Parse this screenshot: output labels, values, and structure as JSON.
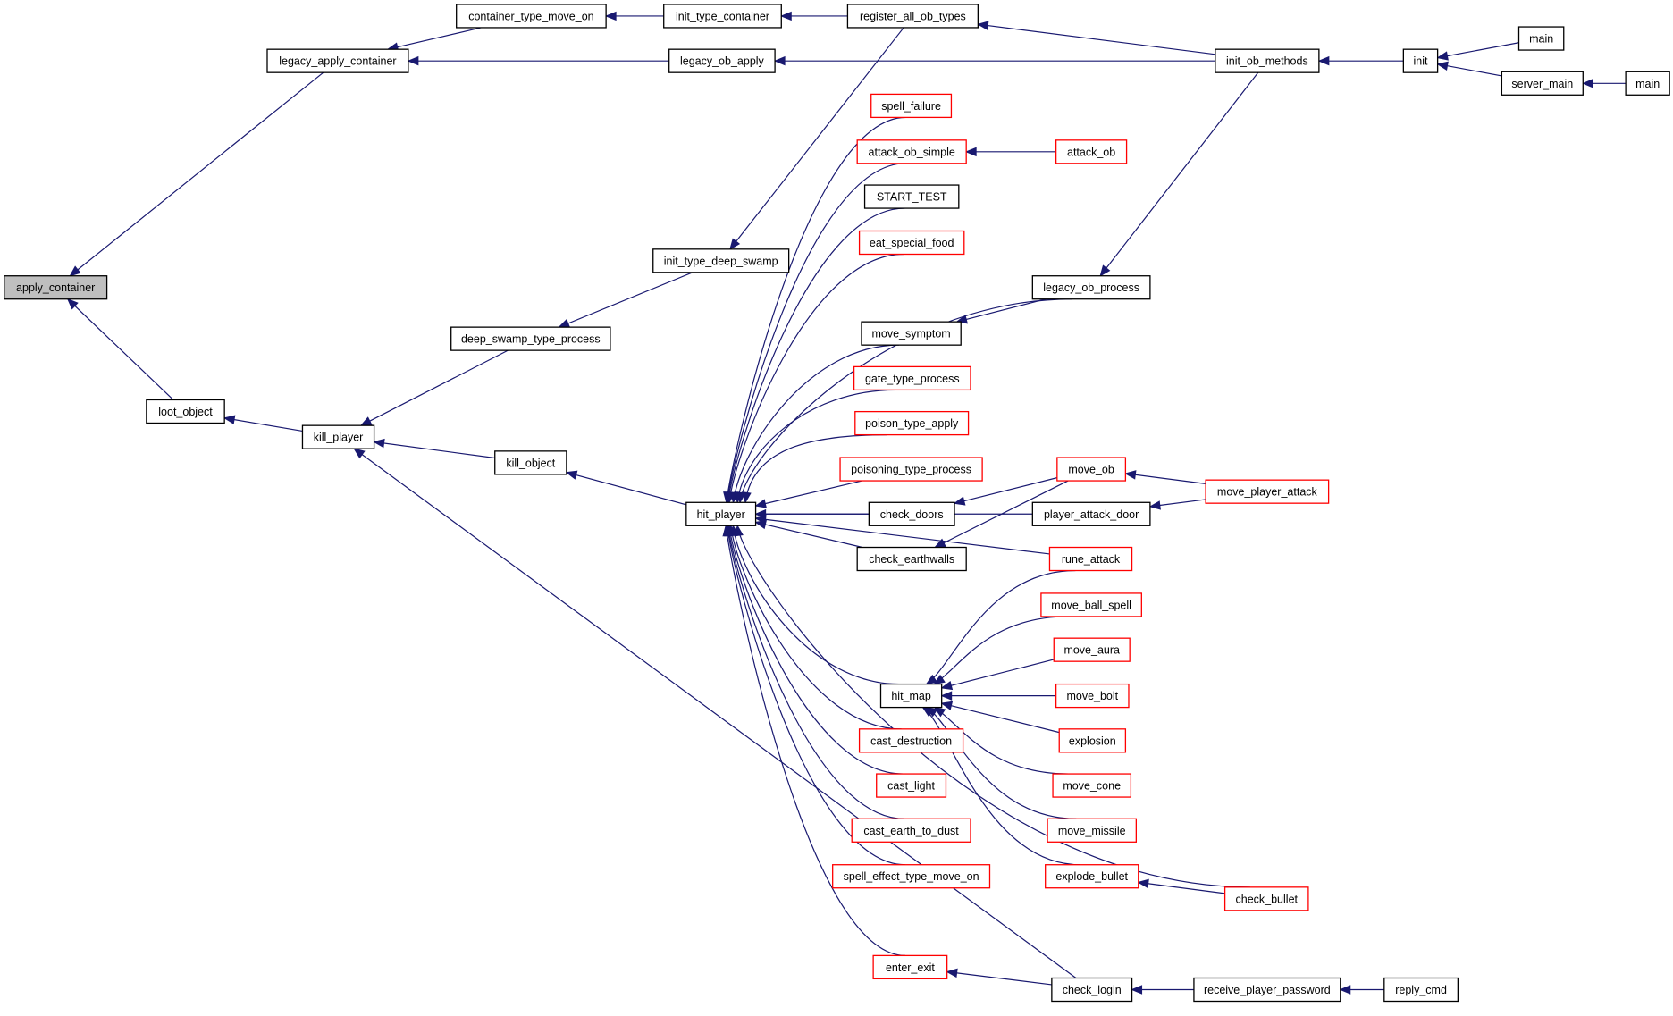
{
  "title": "Caller graph for apply_container",
  "colors": {
    "edge": "#191970",
    "node_border": "#000000",
    "node_border_truncated": "#ff0000",
    "node_fill": "#ffffff",
    "root_fill": "#bfbfbf"
  },
  "root": "apply_container",
  "nodes": [
    {
      "id": "apply_container",
      "label": "apply_container",
      "style": "root"
    },
    {
      "id": "legacy_apply_container",
      "label": "legacy_apply_container",
      "style": "normal"
    },
    {
      "id": "container_type_move_on",
      "label": "container_type_move_on",
      "style": "normal"
    },
    {
      "id": "init_type_container",
      "label": "init_type_container",
      "style": "normal"
    },
    {
      "id": "register_all_ob_types",
      "label": "register_all_ob_types",
      "style": "normal"
    },
    {
      "id": "legacy_ob_apply",
      "label": "legacy_ob_apply",
      "style": "normal"
    },
    {
      "id": "init_ob_methods",
      "label": "init_ob_methods",
      "style": "normal"
    },
    {
      "id": "init",
      "label": "init",
      "style": "normal"
    },
    {
      "id": "main_top",
      "label": "main",
      "style": "normal"
    },
    {
      "id": "server_main",
      "label": "server_main",
      "style": "normal"
    },
    {
      "id": "main_right",
      "label": "main",
      "style": "normal"
    },
    {
      "id": "spell_failure",
      "label": "spell_failure",
      "style": "truncated"
    },
    {
      "id": "attack_ob_simple",
      "label": "attack_ob_simple",
      "style": "truncated"
    },
    {
      "id": "attack_ob",
      "label": "attack_ob",
      "style": "truncated"
    },
    {
      "id": "START_TEST",
      "label": "START_TEST",
      "style": "normal"
    },
    {
      "id": "eat_special_food",
      "label": "eat_special_food",
      "style": "truncated"
    },
    {
      "id": "init_type_deep_swamp",
      "label": "init_type_deep_swamp",
      "style": "normal"
    },
    {
      "id": "legacy_ob_process",
      "label": "legacy_ob_process",
      "style": "normal"
    },
    {
      "id": "deep_swamp_type_process",
      "label": "deep_swamp_type_process",
      "style": "normal"
    },
    {
      "id": "move_symptom",
      "label": "move_symptom",
      "style": "normal"
    },
    {
      "id": "gate_type_process",
      "label": "gate_type_process",
      "style": "truncated"
    },
    {
      "id": "poison_type_apply",
      "label": "poison_type_apply",
      "style": "truncated"
    },
    {
      "id": "loot_object",
      "label": "loot_object",
      "style": "normal"
    },
    {
      "id": "kill_player",
      "label": "kill_player",
      "style": "normal"
    },
    {
      "id": "poisoning_type_process",
      "label": "poisoning_type_process",
      "style": "truncated"
    },
    {
      "id": "move_ob",
      "label": "move_ob",
      "style": "truncated"
    },
    {
      "id": "move_player_attack",
      "label": "move_player_attack",
      "style": "truncated"
    },
    {
      "id": "kill_object",
      "label": "kill_object",
      "style": "normal"
    },
    {
      "id": "hit_player",
      "label": "hit_player",
      "style": "normal"
    },
    {
      "id": "check_doors",
      "label": "check_doors",
      "style": "normal"
    },
    {
      "id": "player_attack_door",
      "label": "player_attack_door",
      "style": "normal"
    },
    {
      "id": "check_earthwalls",
      "label": "check_earthwalls",
      "style": "normal"
    },
    {
      "id": "rune_attack",
      "label": "rune_attack",
      "style": "truncated"
    },
    {
      "id": "move_ball_spell",
      "label": "move_ball_spell",
      "style": "truncated"
    },
    {
      "id": "move_aura",
      "label": "move_aura",
      "style": "truncated"
    },
    {
      "id": "hit_map",
      "label": "hit_map",
      "style": "normal"
    },
    {
      "id": "move_bolt",
      "label": "move_bolt",
      "style": "truncated"
    },
    {
      "id": "explosion",
      "label": "explosion",
      "style": "truncated"
    },
    {
      "id": "cast_destruction",
      "label": "cast_destruction",
      "style": "truncated"
    },
    {
      "id": "move_cone",
      "label": "move_cone",
      "style": "truncated"
    },
    {
      "id": "cast_light",
      "label": "cast_light",
      "style": "truncated"
    },
    {
      "id": "move_missile",
      "label": "move_missile",
      "style": "truncated"
    },
    {
      "id": "cast_earth_to_dust",
      "label": "cast_earth_to_dust",
      "style": "truncated"
    },
    {
      "id": "explode_bullet",
      "label": "explode_bullet",
      "style": "truncated"
    },
    {
      "id": "spell_effect_type_move_on",
      "label": "spell_effect_type_move_on",
      "style": "truncated"
    },
    {
      "id": "check_bullet",
      "label": "check_bullet",
      "style": "truncated"
    },
    {
      "id": "enter_exit",
      "label": "enter_exit",
      "style": "truncated"
    },
    {
      "id": "check_login",
      "label": "check_login",
      "style": "normal"
    },
    {
      "id": "receive_player_password",
      "label": "receive_player_password",
      "style": "normal"
    },
    {
      "id": "reply_cmd",
      "label": "reply_cmd",
      "style": "normal"
    }
  ],
  "edges": [
    {
      "from": "legacy_apply_container",
      "to": "apply_container"
    },
    {
      "from": "loot_object",
      "to": "apply_container"
    },
    {
      "from": "container_type_move_on",
      "to": "legacy_apply_container"
    },
    {
      "from": "legacy_ob_apply",
      "to": "legacy_apply_container"
    },
    {
      "from": "init_type_container",
      "to": "container_type_move_on"
    },
    {
      "from": "register_all_ob_types",
      "to": "init_type_container"
    },
    {
      "from": "init_ob_methods",
      "to": "register_all_ob_types"
    },
    {
      "from": "init_ob_methods",
      "to": "legacy_ob_apply"
    },
    {
      "from": "init_ob_methods",
      "to": "legacy_ob_process"
    },
    {
      "from": "init",
      "to": "init_ob_methods"
    },
    {
      "from": "main_top",
      "to": "init"
    },
    {
      "from": "server_main",
      "to": "init"
    },
    {
      "from": "main_right",
      "to": "server_main"
    },
    {
      "from": "register_all_ob_types",
      "to": "init_type_deep_swamp"
    },
    {
      "from": "init_type_deep_swamp",
      "to": "deep_swamp_type_process"
    },
    {
      "from": "deep_swamp_type_process",
      "to": "kill_player"
    },
    {
      "from": "kill_player",
      "to": "loot_object"
    },
    {
      "from": "kill_object",
      "to": "kill_player"
    },
    {
      "from": "check_login",
      "to": "kill_player"
    },
    {
      "from": "hit_player",
      "to": "kill_object"
    },
    {
      "from": "spell_failure",
      "to": "hit_player"
    },
    {
      "from": "attack_ob_simple",
      "to": "hit_player"
    },
    {
      "from": "START_TEST",
      "to": "hit_player"
    },
    {
      "from": "eat_special_food",
      "to": "hit_player"
    },
    {
      "from": "legacy_ob_process",
      "to": "hit_player"
    },
    {
      "from": "move_symptom",
      "to": "hit_player"
    },
    {
      "from": "gate_type_process",
      "to": "hit_player"
    },
    {
      "from": "poison_type_apply",
      "to": "hit_player"
    },
    {
      "from": "poisoning_type_process",
      "to": "hit_player"
    },
    {
      "from": "check_doors",
      "to": "hit_player"
    },
    {
      "from": "check_earthwalls",
      "to": "hit_player"
    },
    {
      "from": "player_attack_door",
      "to": "hit_player"
    },
    {
      "from": "rune_attack",
      "to": "hit_player"
    },
    {
      "from": "hit_map",
      "to": "hit_player"
    },
    {
      "from": "cast_destruction",
      "to": "hit_player"
    },
    {
      "from": "cast_light",
      "to": "hit_player"
    },
    {
      "from": "cast_earth_to_dust",
      "to": "hit_player"
    },
    {
      "from": "spell_effect_type_move_on",
      "to": "hit_player"
    },
    {
      "from": "check_bullet",
      "to": "hit_player"
    },
    {
      "from": "enter_exit",
      "to": "hit_player"
    },
    {
      "from": "attack_ob",
      "to": "attack_ob_simple"
    },
    {
      "from": "legacy_ob_process",
      "to": "move_symptom"
    },
    {
      "from": "move_ob",
      "to": "check_doors"
    },
    {
      "from": "move_ob",
      "to": "check_earthwalls"
    },
    {
      "from": "move_player_attack",
      "to": "move_ob"
    },
    {
      "from": "move_player_attack",
      "to": "player_attack_door"
    },
    {
      "from": "rune_attack",
      "to": "hit_map"
    },
    {
      "from": "move_ball_spell",
      "to": "hit_map"
    },
    {
      "from": "move_aura",
      "to": "hit_map"
    },
    {
      "from": "move_bolt",
      "to": "hit_map"
    },
    {
      "from": "explosion",
      "to": "hit_map"
    },
    {
      "from": "move_cone",
      "to": "hit_map"
    },
    {
      "from": "move_missile",
      "to": "hit_map"
    },
    {
      "from": "explode_bullet",
      "to": "hit_map"
    },
    {
      "from": "check_bullet",
      "to": "explode_bullet"
    },
    {
      "from": "check_login",
      "to": "enter_exit"
    },
    {
      "from": "receive_player_password",
      "to": "check_login"
    },
    {
      "from": "reply_cmd",
      "to": "receive_player_password"
    }
  ]
}
